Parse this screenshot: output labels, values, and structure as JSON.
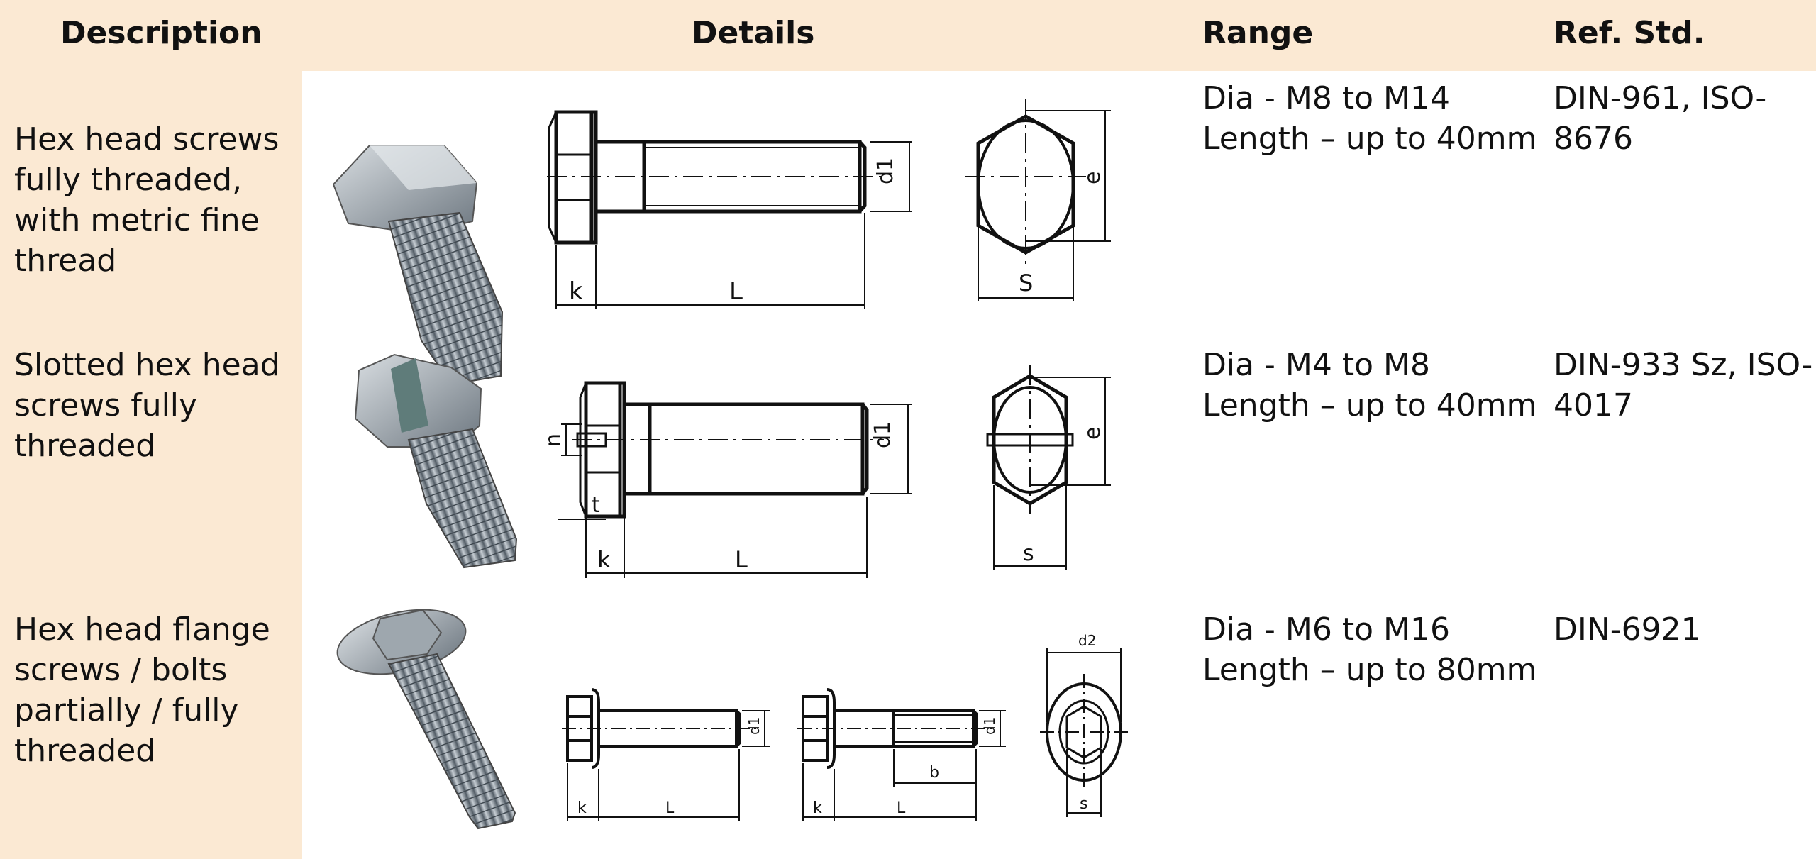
{
  "headers": {
    "description": "Description",
    "details": "Details",
    "range": "Range",
    "ref_std": "Ref. Std."
  },
  "rows": [
    {
      "description": "Hex head screws fully threaded, with metric fine thread",
      "range_dia": "Dia -  M8 to M14",
      "range_length": "Length – up to 40mm",
      "ref_std": "DIN-961, ISO-8676",
      "drawing_labels": {
        "k": "k",
        "L": "L",
        "d1": "d1",
        "e": "e",
        "s": "S"
      }
    },
    {
      "description": " Slotted hex head screws fully threaded",
      "range_dia": "Dia -  M4 to M8",
      "range_length": "Length – up to 40mm",
      "ref_std": "DIN-933 Sz, ISO-4017",
      "drawing_labels": {
        "n": "n",
        "t": "t",
        "k": "k",
        "L": "L",
        "d1": "d1",
        "e": "e",
        "s": "s"
      }
    },
    {
      "description": "Hex head flange screws / bolts partially / fully threaded",
      "range_dia": "Dia -  M6 to M16",
      "range_length": "Length – up to 80mm",
      "ref_std": "DIN-6921",
      "drawing_labels": {
        "k": "k",
        "L": "L",
        "d1": "d1",
        "b": "b",
        "d2": "d2",
        "s": "s"
      }
    }
  ]
}
